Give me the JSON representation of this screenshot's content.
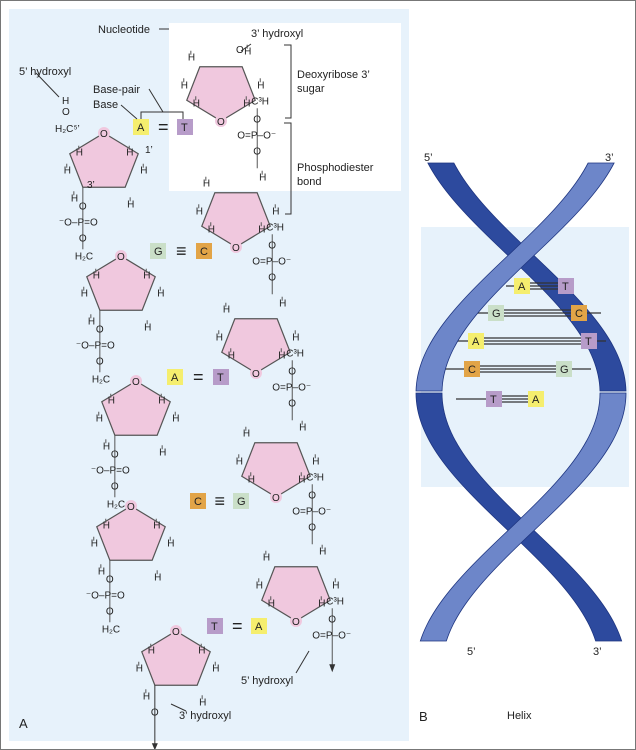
{
  "panel_a": {
    "letter": "A",
    "labels": {
      "nucleotide": "Nucleotide",
      "hydroxyl_3_top": "3’ hydroxyl",
      "hydroxyl_5_top": "5’ hydroxyl",
      "base_pair": "Base-pair",
      "base": "Base",
      "deoxyribose_line1": "Deoxyribose 3’",
      "deoxyribose_line2": "sugar",
      "phosphodiester_line1": "Phosphodiester",
      "phosphodiester_line2": "bond",
      "prime_1": "1’",
      "prime_3": "3’",
      "c5": "H₂C⁵’",
      "hydroxyl_5_bottom": "5’ hydroxyl",
      "hydroxyl_3_bottom": "3’ hydroxyl"
    },
    "atoms": {
      "H": "H",
      "O": "O",
      "OH": "O",
      "H2C": "H₂C",
      "phosphate_left": "⁻O–P=O",
      "phosphate_right": "O=P–O⁻",
      "c3h": "C³H"
    },
    "base_pairs": [
      {
        "left": "A",
        "bond": "=",
        "right": "T"
      },
      {
        "left": "G",
        "bond": "≡",
        "right": "C"
      },
      {
        "left": "A",
        "bond": "=",
        "right": "T"
      },
      {
        "left": "C",
        "bond": "≡",
        "right": "G"
      },
      {
        "left": "T",
        "bond": "=",
        "right": "A"
      }
    ]
  },
  "panel_b": {
    "letter": "B",
    "caption": "Helix",
    "end_top_left": "5’",
    "end_top_right": "3’",
    "end_bottom_left": "5’",
    "end_bottom_right": "3’",
    "base_pairs": [
      {
        "left": "A",
        "right": "T"
      },
      {
        "left": "G",
        "right": "C"
      },
      {
        "left": "A",
        "right": "T"
      },
      {
        "left": "C",
        "right": "G"
      },
      {
        "left": "T",
        "right": "A"
      }
    ]
  },
  "colors": {
    "A": "#f5ee6e",
    "T": "#b79cc9",
    "G": "#cadfc8",
    "C": "#e2a447",
    "sugar_fill": "#f0c8de",
    "background": "#e7f2fb",
    "helix_dark": "#2d4a9e",
    "helix_light": "#6d86c9"
  }
}
